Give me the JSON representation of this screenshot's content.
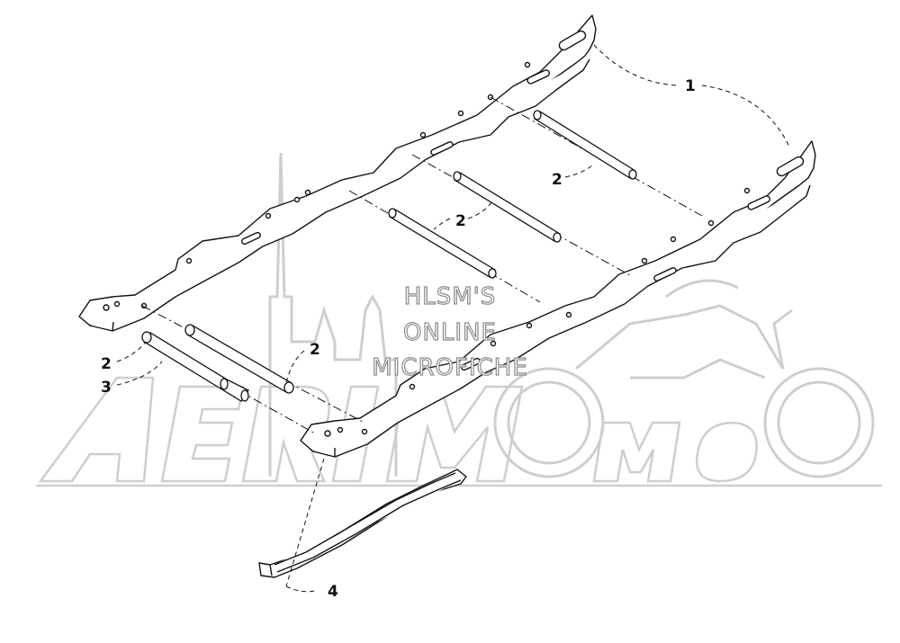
{
  "diagram": {
    "callouts": [
      {
        "id": "callout-1",
        "label": "1"
      },
      {
        "id": "callout-2a",
        "label": "2"
      },
      {
        "id": "callout-2b",
        "label": "2"
      },
      {
        "id": "callout-2c",
        "label": "2"
      },
      {
        "id": "callout-2d",
        "label": "2"
      },
      {
        "id": "callout-3",
        "label": "3"
      },
      {
        "id": "callout-4",
        "label": "4"
      }
    ]
  },
  "watermark": {
    "line1": "HLSM'S",
    "line2": "ONLINE",
    "line3": "MICROFICHE",
    "brand": "AeriMoto"
  }
}
